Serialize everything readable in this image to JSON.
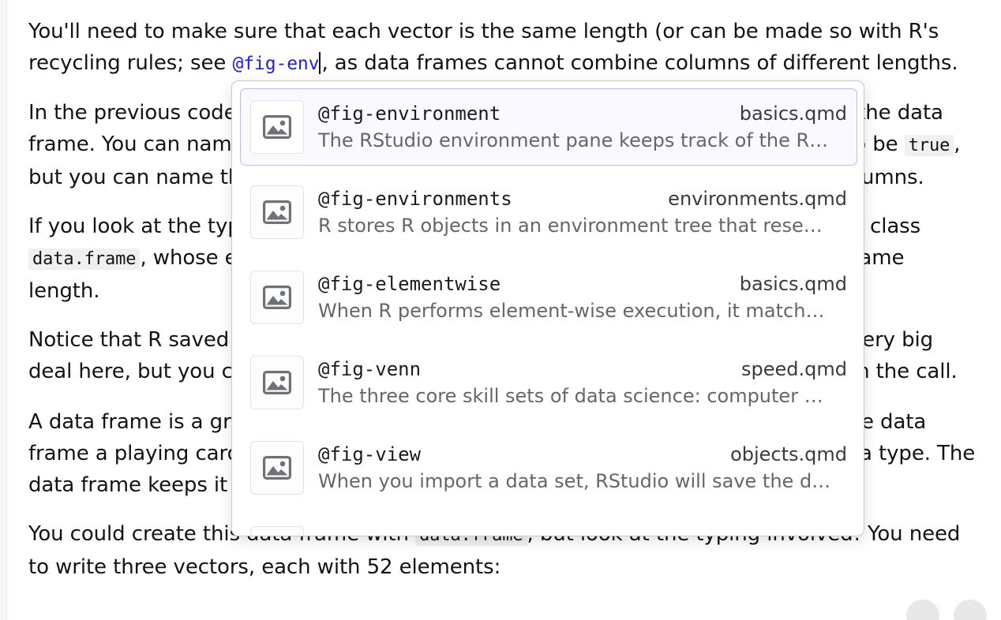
{
  "document": {
    "paragraphs": [
      {
        "id": "p1",
        "parts": [
          {
            "t": "text",
            "v": "You'll need to make sure that each vector is the same length (or can be made so with R's recycling rules; see "
          },
          {
            "t": "xref",
            "v": "@fig-env"
          },
          {
            "t": "caret",
            "v": ""
          },
          {
            "t": "text",
            "v": ", as data frames cannot combine columns of different lengths."
          }
        ]
      },
      {
        "id": "p2",
        "parts": [
          {
            "t": "text",
            "v": "In the previous code, the names of the arguments became the column names of the data frame. You can name the arguments whatever you like; the names do not need to be "
          },
          {
            "t": "code",
            "v": "true"
          },
          {
            "t": "text",
            "v": ", but you can name the arguments with the same argument names to label the columns."
          }
        ]
      },
      {
        "id": "p3",
        "parts": [
          {
            "t": "text",
            "v": "If you look at the type of a data frame, you will see that a data frame is a list with class "
          },
          {
            "t": "code",
            "v": "data.frame"
          },
          {
            "t": "text",
            "v": ", whose elements are held together by a list (or data frame) with the same length."
          }
        ]
      },
      {
        "id": "p4",
        "parts": [
          {
            "t": "text",
            "v": "Notice that R saved your character vector as a factor vector of levels! It is not a very big deal here, but you can avoid this behaviour by setting "
          },
          {
            "t": "code",
            "v": "stringsAsFactors = FALSE"
          },
          {
            "t": "text",
            "v": " in the call."
          }
        ]
      },
      {
        "id": "p5",
        "parts": [
          {
            "t": "text",
            "v": "A data frame is a great way to store a deck of cards: you can give every row in the data frame a playing card and every column a property, each with the appropriate data type. The data frame keeps it all together."
          }
        ]
      },
      {
        "id": "p6",
        "parts": [
          {
            "t": "text",
            "v": "You could create this data frame with "
          },
          {
            "t": "code",
            "v": "data.frame"
          },
          {
            "t": "text",
            "v": ", but look at the typing involved! You need to write three vectors, each with 52 elements:"
          }
        ]
      }
    ]
  },
  "autocomplete": {
    "visible": true,
    "selected_index": 0,
    "thumbnail_icon": "image-placeholder-icon",
    "items": [
      {
        "id": "@fig-environment",
        "file": "basics.qmd",
        "description": "The RStudio environment pane keeps track of the R…"
      },
      {
        "id": "@fig-environments",
        "file": "environments.qmd",
        "description": "R stores R objects in an environment tree that rese…"
      },
      {
        "id": "@fig-elementwise",
        "file": "basics.qmd",
        "description": "When R performs element-wise execution, it match…"
      },
      {
        "id": "@fig-venn",
        "file": "speed.qmd",
        "description": "The three core skill sets of data science: computer …"
      },
      {
        "id": "@fig-view",
        "file": "objects.qmd",
        "description": "When you import a data set, RStudio will save the d…"
      },
      {
        "id": "",
        "file": "",
        "description": ""
      }
    ]
  },
  "floating_buttons": [
    {
      "name": "fab-left"
    },
    {
      "name": "fab-right"
    }
  ],
  "colors": {
    "xref_blue": "#1f1fdd",
    "code_bg": "#f0f0f0",
    "selected_bg": "#faf9ff",
    "selected_border": "#b9bdee",
    "popup_border": "#c9c9c9",
    "desc_text": "#666666"
  }
}
